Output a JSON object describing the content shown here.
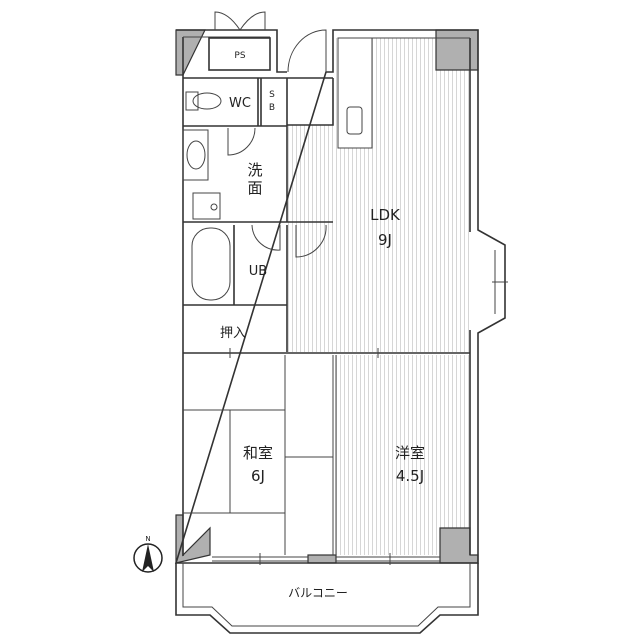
{
  "rooms": {
    "ps": "PS",
    "wc": "WC",
    "sb_1": "S",
    "sb_2": "B",
    "washroom": "洗",
    "washroom_2": "面",
    "ldk": "LDK",
    "ldk_size": "9J",
    "ub": "UB",
    "closet": "押入",
    "japanese_room": "和室",
    "japanese_room_size": "6J",
    "western_room": "洋室",
    "western_room_size": "4.5J",
    "balcony": "バルコニー"
  },
  "compass": {
    "label": "N"
  },
  "colors": {
    "wall": "#b0b0b0",
    "line": "#333333"
  }
}
